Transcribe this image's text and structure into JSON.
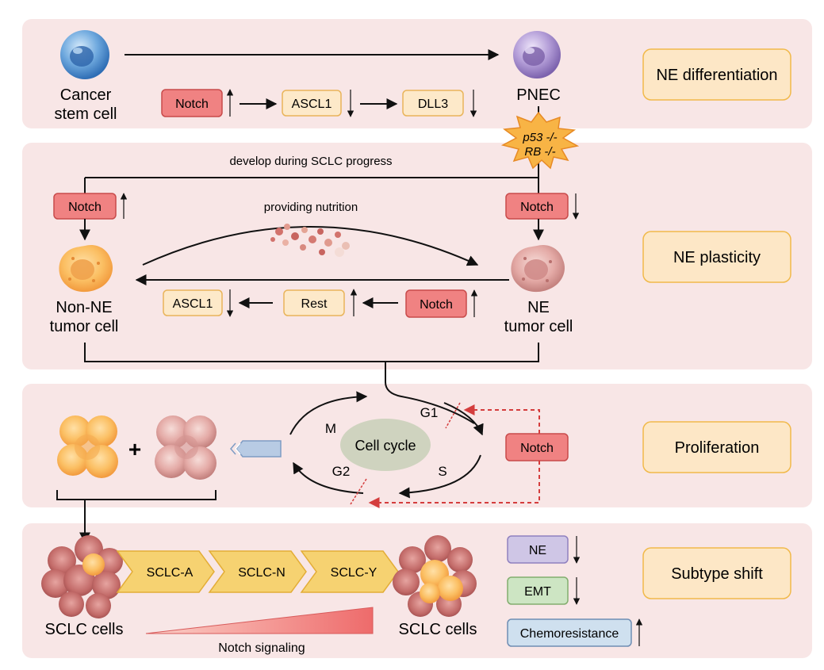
{
  "panels": {
    "differentiation": {
      "label": "NE differentiation",
      "cancer_stem_cell": [
        "Cancer",
        "stem cell"
      ],
      "pnec": "PNEC",
      "notch": "Notch",
      "ascl1": "ASCL1",
      "dll3": "DLL3"
    },
    "mutation": {
      "line1": "p53 -/-",
      "line2": "RB -/-"
    },
    "plasticity": {
      "label": "NE plasticity",
      "develop_text": "develop during SCLC progress",
      "notch_left": "Notch",
      "notch_right": "Notch",
      "nutrition_text": "providing nutrition",
      "non_ne": [
        "Non-NE",
        "tumor cell"
      ],
      "ne": [
        "NE",
        "tumor cell"
      ],
      "ascl1": "ASCL1",
      "rest": "Rest",
      "notch_mid": "Notch"
    },
    "proliferation": {
      "label": "Proliferation",
      "plus": "+",
      "cell_cycle": "Cell cycle",
      "phase_m": "M",
      "phase_g1": "G1",
      "phase_s": "S",
      "phase_g2": "G2",
      "notch": "Notch"
    },
    "subtype": {
      "label": "Subtype shift",
      "sclc_left": "SCLC cells",
      "sclc_right": "SCLC cells",
      "subtypes": [
        "SCLC-A",
        "SCLC-N",
        "SCLC-Y"
      ],
      "notch_signaling": "Notch signaling",
      "ne": "NE",
      "emt": "EMT",
      "chemoresistance": "Chemoresistance"
    }
  },
  "colors": {
    "panel_bg": "#f8e6e6",
    "label_box_fill": "#fde7c6",
    "label_box_stroke": "#f1b94a",
    "notch_fill": "#f08282",
    "notch_stroke": "#c84b4b",
    "pale_box_fill": "#fde9c9",
    "pale_box_stroke": "#e9b45a",
    "chevron_fill": "#f6d271",
    "ne_fill": "#cfc6e6",
    "emt_fill": "#cde5c3",
    "chemo_fill": "#cfe0ef",
    "dashed_red": "#d43d3d",
    "cell_cycle_fill": "#cfd3bf"
  }
}
